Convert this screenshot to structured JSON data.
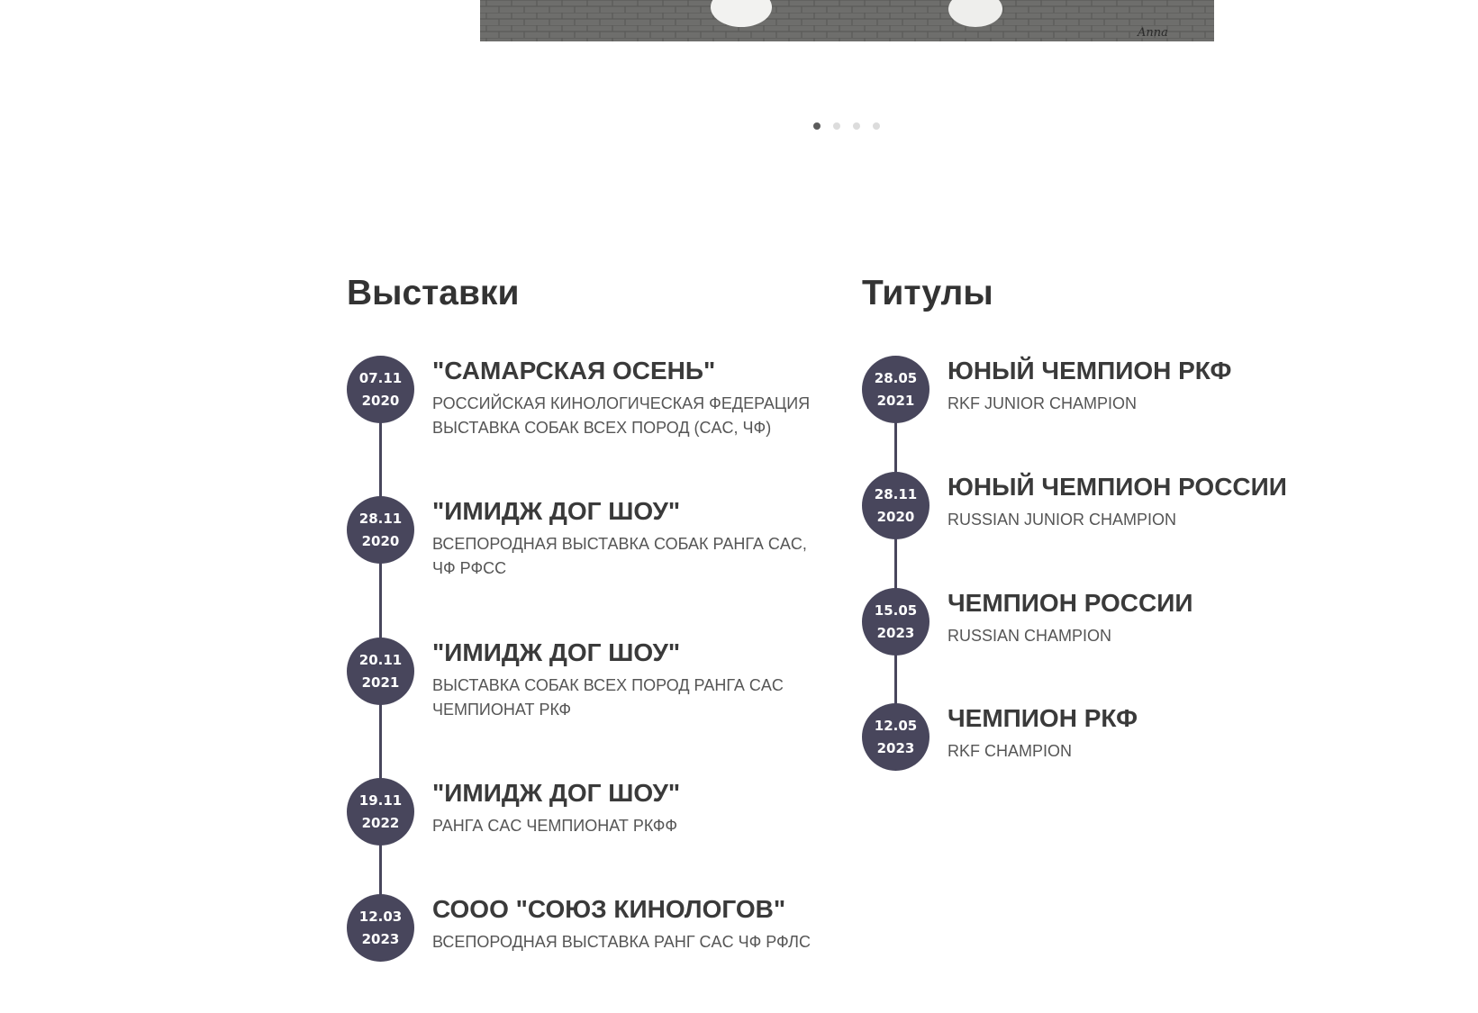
{
  "colors": {
    "circle": "#48465c",
    "heading": "#333333",
    "text": "#555555",
    "dot_active": "#5c5c5c",
    "dot": "#dcdcdc"
  },
  "carousel": {
    "dots_count": 4,
    "active_index": 0
  },
  "shows": {
    "title": "Выставки",
    "items": [
      {
        "day": "07.11",
        "year": "2020",
        "title": "\"САМАРСКАЯ ОСЕНЬ\"",
        "desc1": "РОССИЙСКАЯ КИНОЛОГИЧЕСКАЯ ФЕДЕРАЦИЯ",
        "desc2": "ВЫСТАВКА СОБАК ВСЕХ ПОРОД (CAC, ЧФ)"
      },
      {
        "day": "28.11",
        "year": "2020",
        "title": "\"ИМИДЖ ДОГ ШОУ\"",
        "desc1": "ВСЕПОРОДНАЯ ВЫСТАВКА СОБАК РАНГА CAC,",
        "desc2": "ЧФ РФСС"
      },
      {
        "day": "20.11",
        "year": "2021",
        "title": "\"ИМИДЖ ДОГ ШОУ\"",
        "desc1": "ВЫСТАВКА СОБАК ВСЕХ ПОРОД РАНГА CAC",
        "desc2": "ЧЕМПИОНАТ РКФ"
      },
      {
        "day": "19.11",
        "year": "2022",
        "title": "\"ИМИДЖ ДОГ ШОУ\"",
        "desc1": "РАНГА CAC ЧЕМПИОНАТ РКФФ",
        "desc2": ""
      },
      {
        "day": "12.03",
        "year": "2023",
        "title": "СООО \"СОЮЗ КИНОЛОГОВ\"",
        "desc1": "ВСЕПОРОДНАЯ ВЫСТАВКА РАНГ CAC ЧФ РФЛС",
        "desc2": ""
      }
    ]
  },
  "titles": {
    "title": "Титулы",
    "items": [
      {
        "day": "28.05",
        "year": "2021",
        "title": "ЮНЫЙ ЧЕМПИОН РКФ",
        "desc1": "RKF JUNIOR CHAMPION"
      },
      {
        "day": "28.11",
        "year": "2020",
        "title": "ЮНЫЙ ЧЕМПИОН РОССИИ",
        "desc1": "RUSSIAN JUNIOR CHAMPION"
      },
      {
        "day": "15.05",
        "year": "2023",
        "title": "ЧЕМПИОН РОССИИ",
        "desc1": "RUSSIAN CHAMPION"
      },
      {
        "day": "12.05",
        "year": "2023",
        "title": "ЧЕМПИОН РКФ",
        "desc1": "RKF CHAMPION"
      }
    ]
  }
}
